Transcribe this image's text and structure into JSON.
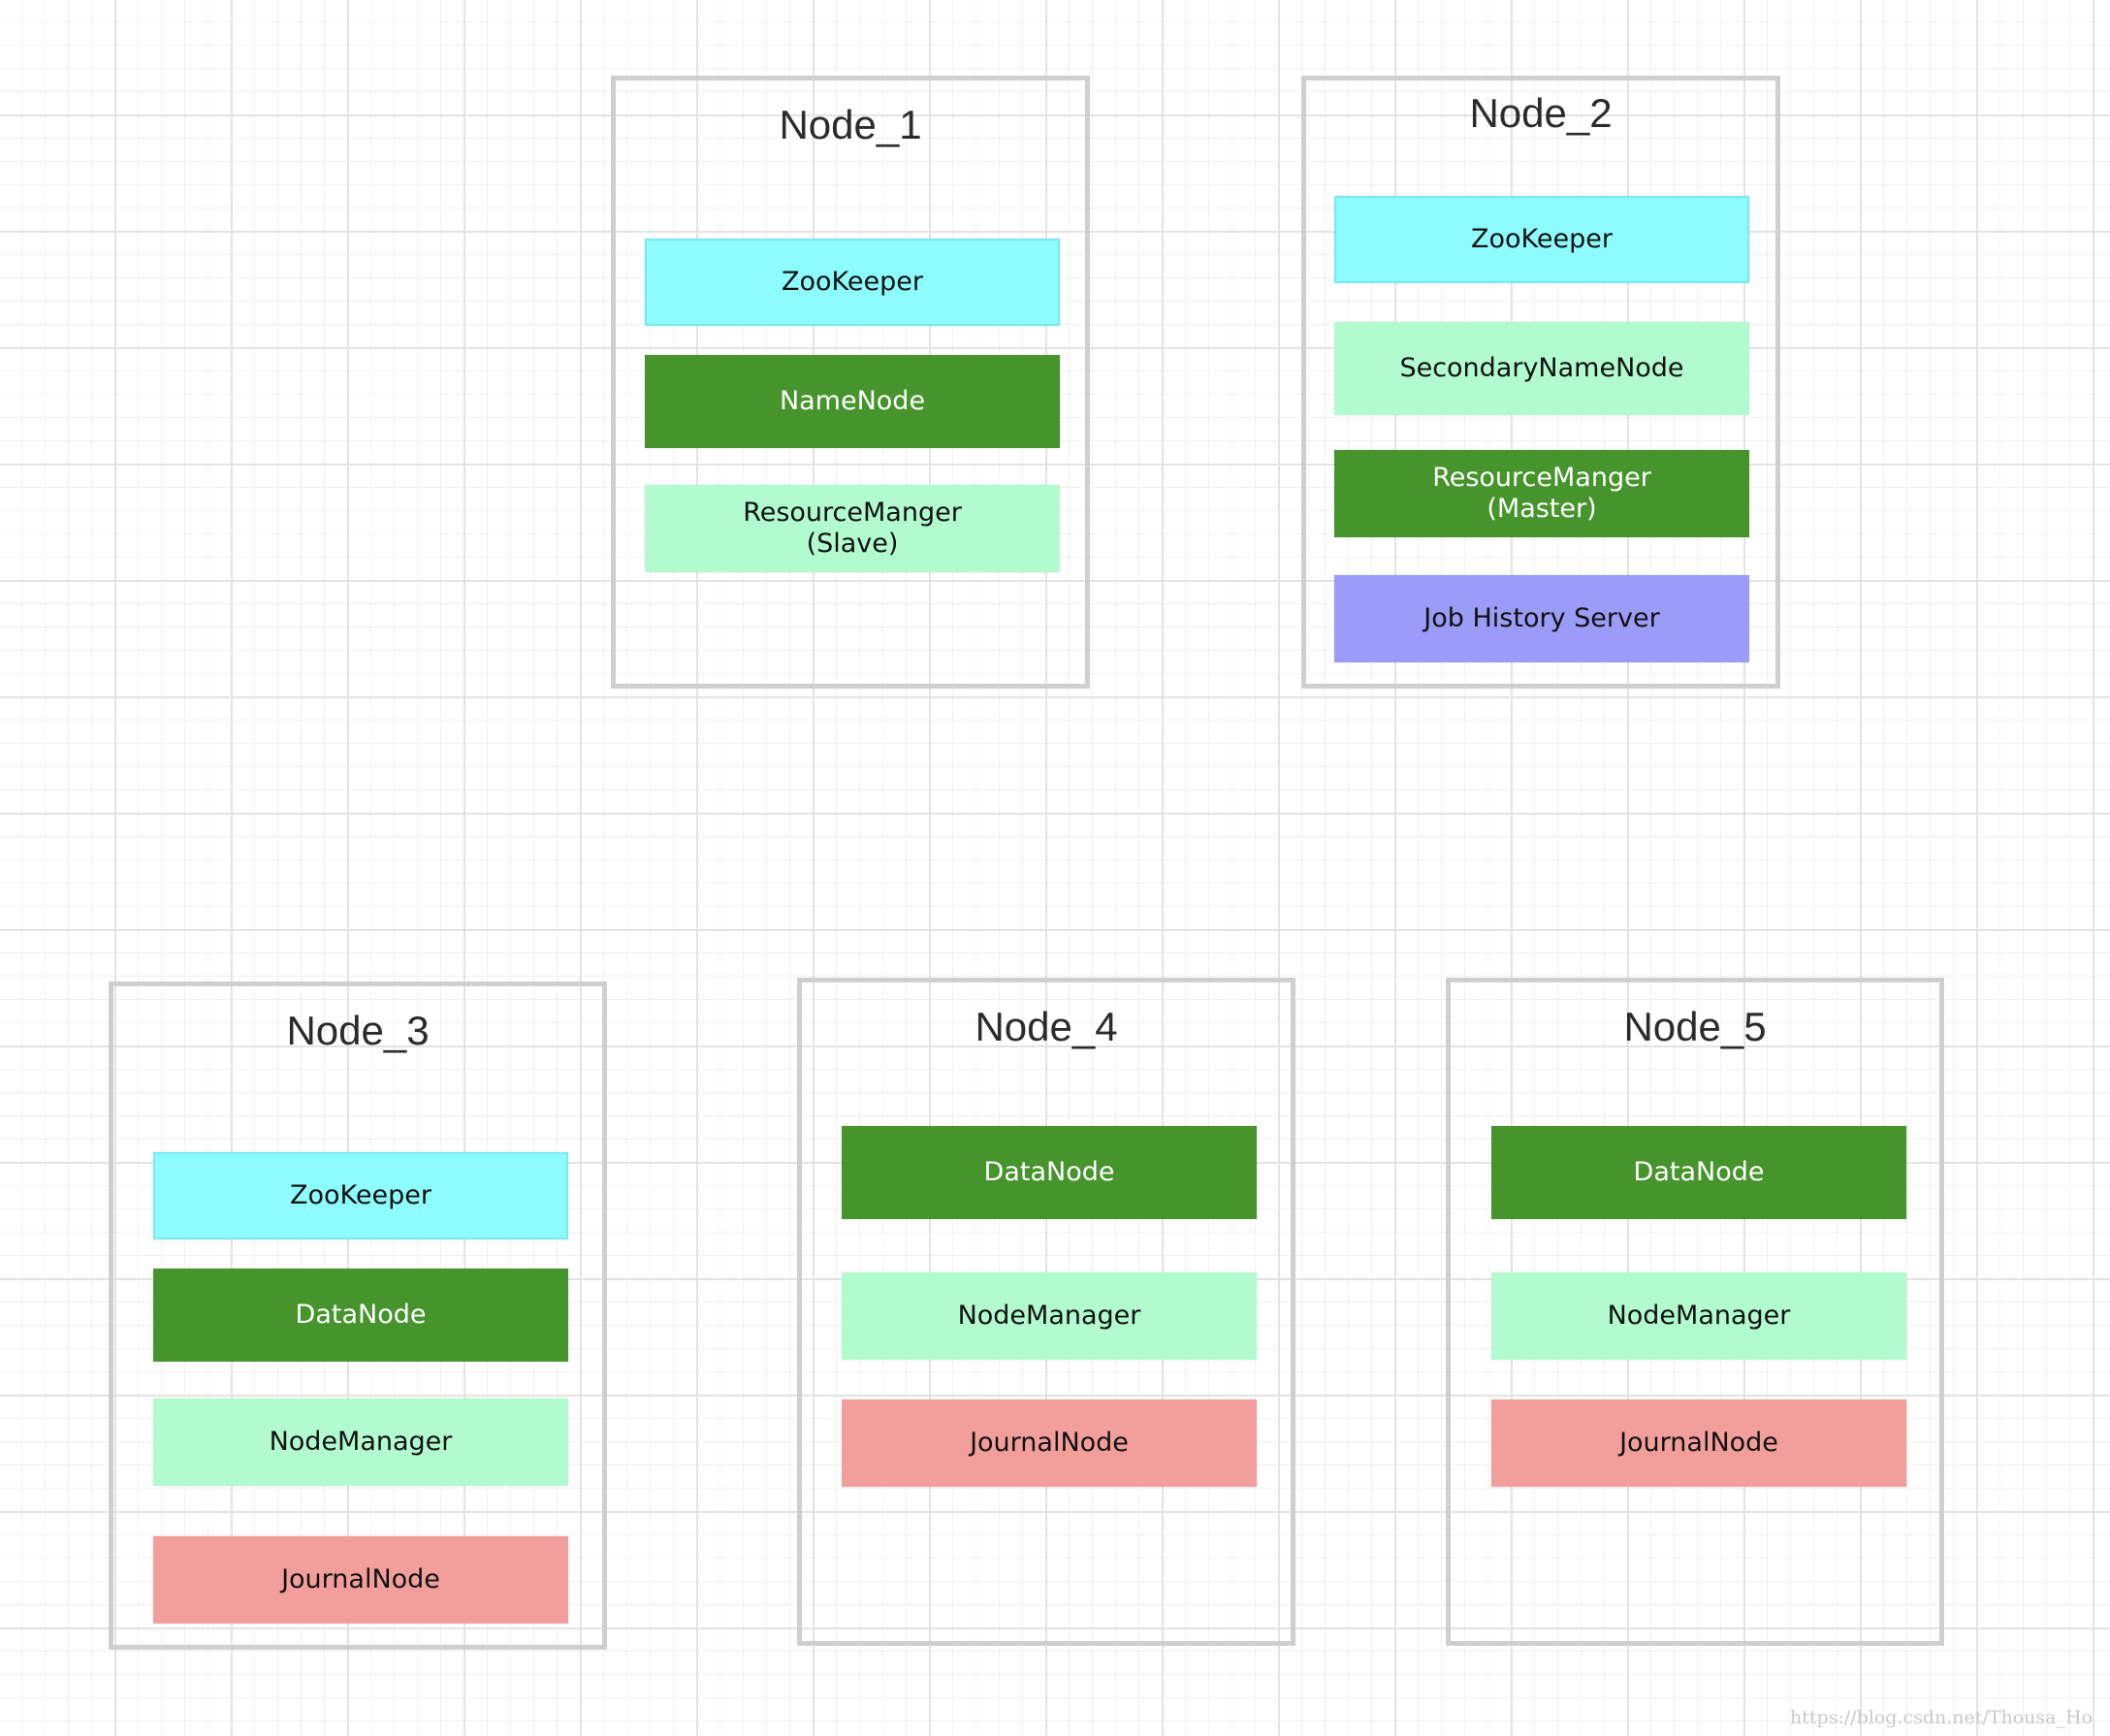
{
  "nodes": [
    {
      "title": "Node_1",
      "services": [
        {
          "lines": [
            "ZooKeeper"
          ],
          "style": "zk"
        },
        {
          "lines": [
            "NameNode"
          ],
          "style": "dark"
        },
        {
          "lines": [
            "ResourceManger",
            "(Slave)"
          ],
          "style": "light"
        }
      ]
    },
    {
      "title": "Node_2",
      "services": [
        {
          "lines": [
            "ZooKeeper"
          ],
          "style": "zk"
        },
        {
          "lines": [
            "SecondaryNameNode"
          ],
          "style": "light"
        },
        {
          "lines": [
            "ResourceManger",
            "(Master)"
          ],
          "style": "dark"
        },
        {
          "lines": [
            "Job History Server"
          ],
          "style": "history"
        }
      ]
    },
    {
      "title": "Node_3",
      "services": [
        {
          "lines": [
            "ZooKeeper"
          ],
          "style": "zk"
        },
        {
          "lines": [
            "DataNode"
          ],
          "style": "dark"
        },
        {
          "lines": [
            "NodeManager"
          ],
          "style": "light"
        },
        {
          "lines": [
            "JournalNode"
          ],
          "style": "journal"
        }
      ]
    },
    {
      "title": "Node_4",
      "services": [
        {
          "lines": [
            "DataNode"
          ],
          "style": "dark"
        },
        {
          "lines": [
            "NodeManager"
          ],
          "style": "light"
        },
        {
          "lines": [
            "JournalNode"
          ],
          "style": "journal"
        }
      ]
    },
    {
      "title": "Node_5",
      "services": [
        {
          "lines": [
            "DataNode"
          ],
          "style": "dark"
        },
        {
          "lines": [
            "NodeManager"
          ],
          "style": "light"
        },
        {
          "lines": [
            "JournalNode"
          ],
          "style": "journal"
        }
      ]
    }
  ],
  "colors": {
    "zookeeper": "#8dfcfc",
    "dark_green": "#46942c",
    "light_green": "#b1fbcf",
    "journal_red": "#f29f9c",
    "history_purple": "#9b9cf7",
    "node_border": "#cfcfcf"
  },
  "watermark": "https://blog.csdn.net/Thousa_Ho"
}
